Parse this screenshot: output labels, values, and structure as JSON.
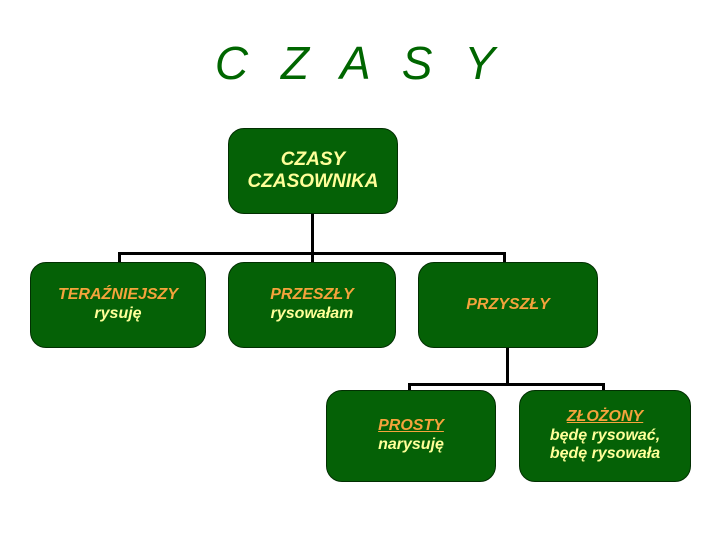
{
  "slide": {
    "title": "C Z A S Y",
    "background_color": "#ffffff",
    "title_color": "#006600",
    "box_color": "#056106",
    "heading_color": "#f5a33c",
    "example_color": "#ffff99",
    "connector_color": "#000000"
  },
  "tree": {
    "root": {
      "line1": "CZASY",
      "line2": "CZASOWNIKA"
    },
    "level2": [
      {
        "heading": "TERAŹNIEJSZY",
        "examples": [
          "rysuję"
        ]
      },
      {
        "heading": "PRZESZŁY",
        "examples": [
          "rysowałam"
        ]
      },
      {
        "heading": "PRZYSZŁY",
        "examples": []
      }
    ],
    "level3": [
      {
        "heading": "PROSTY",
        "examples": [
          "narysuję"
        ]
      },
      {
        "heading": "ZŁOŻONY",
        "examples": [
          "będę rysować,",
          "będę rysowała"
        ]
      }
    ]
  }
}
